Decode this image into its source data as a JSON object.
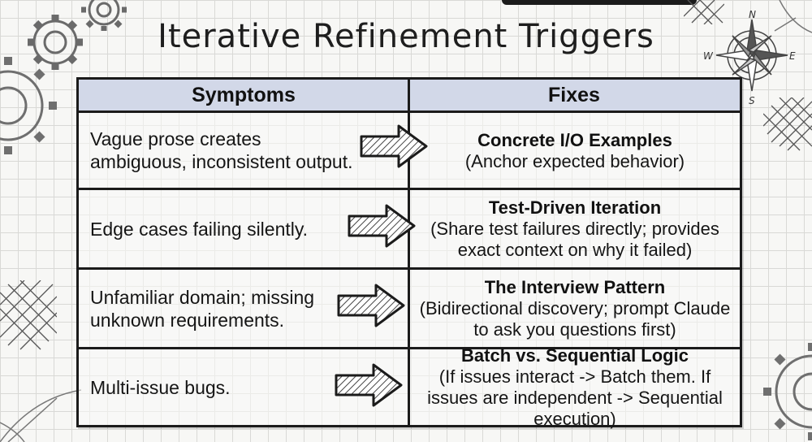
{
  "title": "Iterative Refinement Triggers",
  "headers": {
    "symptoms": "Symptoms",
    "fixes": "Fixes"
  },
  "compass": {
    "n": "N",
    "s": "S",
    "e": "E",
    "w": "W"
  },
  "rows": [
    {
      "symptom": "Vague prose creates ambiguous, inconsistent output.",
      "fix_title": "Concrete I/O Examples",
      "fix_desc": "(Anchor expected behavior)"
    },
    {
      "symptom": "Edge cases failing silently.",
      "fix_title": "Test-Driven Iteration",
      "fix_desc": "(Share test failures directly; provides exact context on why it failed)"
    },
    {
      "symptom": "Unfamiliar domain; missing unknown requirements.",
      "fix_title": "The Interview Pattern",
      "fix_desc": "(Bidirectional discovery; prompt Claude to ask you questions first)"
    },
    {
      "symptom": "Multi-issue bugs.",
      "fix_title": "Batch vs. Sequential Logic",
      "fix_desc": "(If issues interact -> Batch them. If issues are independent -> Sequential execution)"
    }
  ],
  "colors": {
    "header_bg": "#d2d8e8",
    "ink": "#1b1b1b",
    "paper": "#f7f7f5"
  },
  "icons": [
    "gear-icon",
    "compass-rose-icon",
    "hand-drawn-arrow-icon"
  ]
}
